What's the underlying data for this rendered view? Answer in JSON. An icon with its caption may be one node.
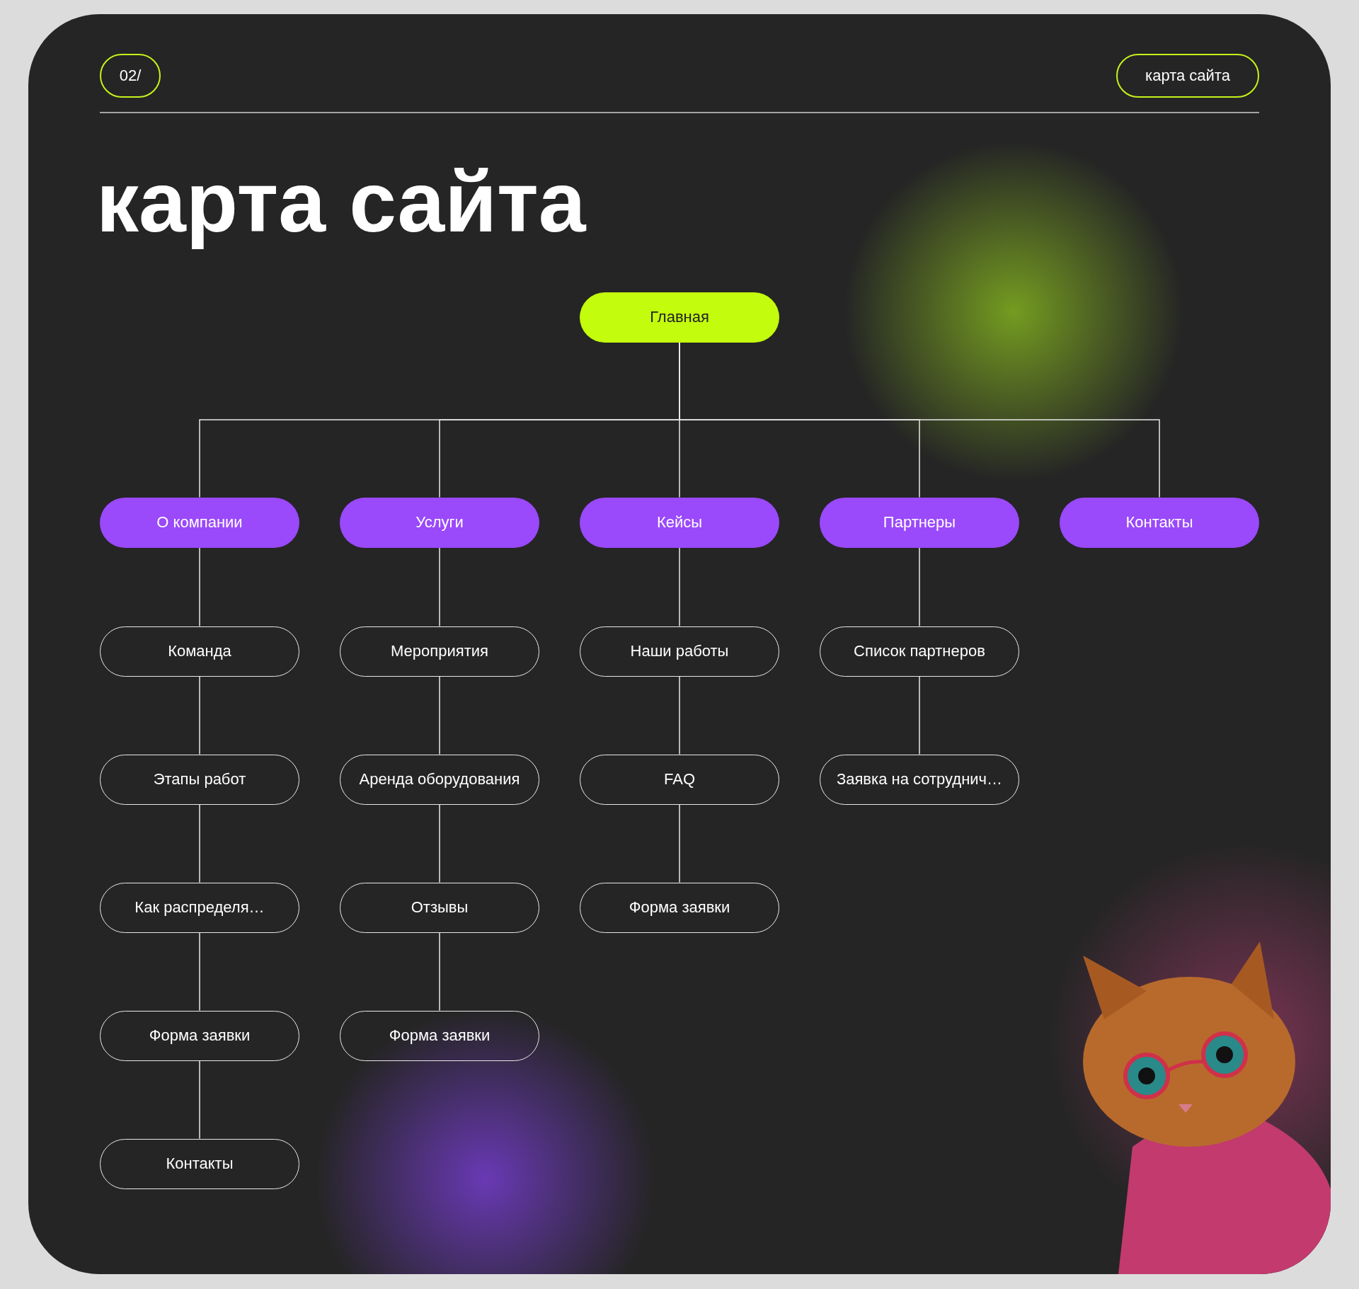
{
  "diagram": {
    "title": "карта сайта",
    "nodes": [
      {
        "text": [
          "02/"
        ]
      },
      {
        "text": [
          "карта сайта"
        ]
      },
      {
        "text": [
          "Главная"
        ]
      },
      {
        "text": [
          "О компании"
        ]
      },
      {
        "text": [
          "Услуги"
        ]
      },
      {
        "text": [
          "Кейсы"
        ]
      },
      {
        "text": [
          "Партнеры"
        ]
      },
      {
        "text": [
          "Контакты"
        ]
      },
      {
        "text": [
          "Команда"
        ]
      },
      {
        "text": [
          "Этапы работ"
        ]
      },
      {
        "text": [
          "Как распределя…"
        ]
      },
      {
        "text": [
          "Форма заявки"
        ]
      },
      {
        "text": [
          "Контакты"
        ]
      },
      {
        "text": [
          "Мероприятия"
        ]
      },
      {
        "text": [
          "Аренда оборудования"
        ]
      },
      {
        "text": [
          "Отзывы"
        ]
      },
      {
        "text": [
          "Форма заявки"
        ]
      },
      {
        "text": [
          "Наши работы"
        ]
      },
      {
        "text": [
          "FAQ"
        ]
      },
      {
        "text": [
          "Форма заявки"
        ]
      },
      {
        "text": [
          "Список партнеров"
        ]
      },
      {
        "text": [
          "Заявка на сотруднич…"
        ]
      }
    ],
    "edges": [
      {
        "from": 2,
        "to": 3,
        "arrow": "none"
      },
      {
        "from": 2,
        "to": 4,
        "arrow": "none"
      },
      {
        "from": 2,
        "to": 5,
        "arrow": "none"
      },
      {
        "from": 2,
        "to": 6,
        "arrow": "none"
      },
      {
        "from": 2,
        "to": 7,
        "arrow": "none"
      },
      {
        "from": 3,
        "to": 8,
        "arrow": "none"
      },
      {
        "from": 8,
        "to": 9,
        "arrow": "none"
      },
      {
        "from": 9,
        "to": 10,
        "arrow": "none"
      },
      {
        "from": 10,
        "to": 11,
        "arrow": "none"
      },
      {
        "from": 11,
        "to": 12,
        "arrow": "none"
      },
      {
        "from": 4,
        "to": 13,
        "arrow": "none"
      },
      {
        "from": 13,
        "to": 14,
        "arrow": "none"
      },
      {
        "from": 14,
        "to": 15,
        "arrow": "none"
      },
      {
        "from": 15,
        "to": 16,
        "arrow": "none"
      },
      {
        "from": 5,
        "to": 17,
        "arrow": "none"
      },
      {
        "from": 17,
        "to": 18,
        "arrow": "none"
      },
      {
        "from": 18,
        "to": 19,
        "arrow": "none"
      },
      {
        "from": 6,
        "to": 20,
        "arrow": "none"
      },
      {
        "from": 20,
        "to": 21,
        "arrow": "none"
      }
    ]
  }
}
